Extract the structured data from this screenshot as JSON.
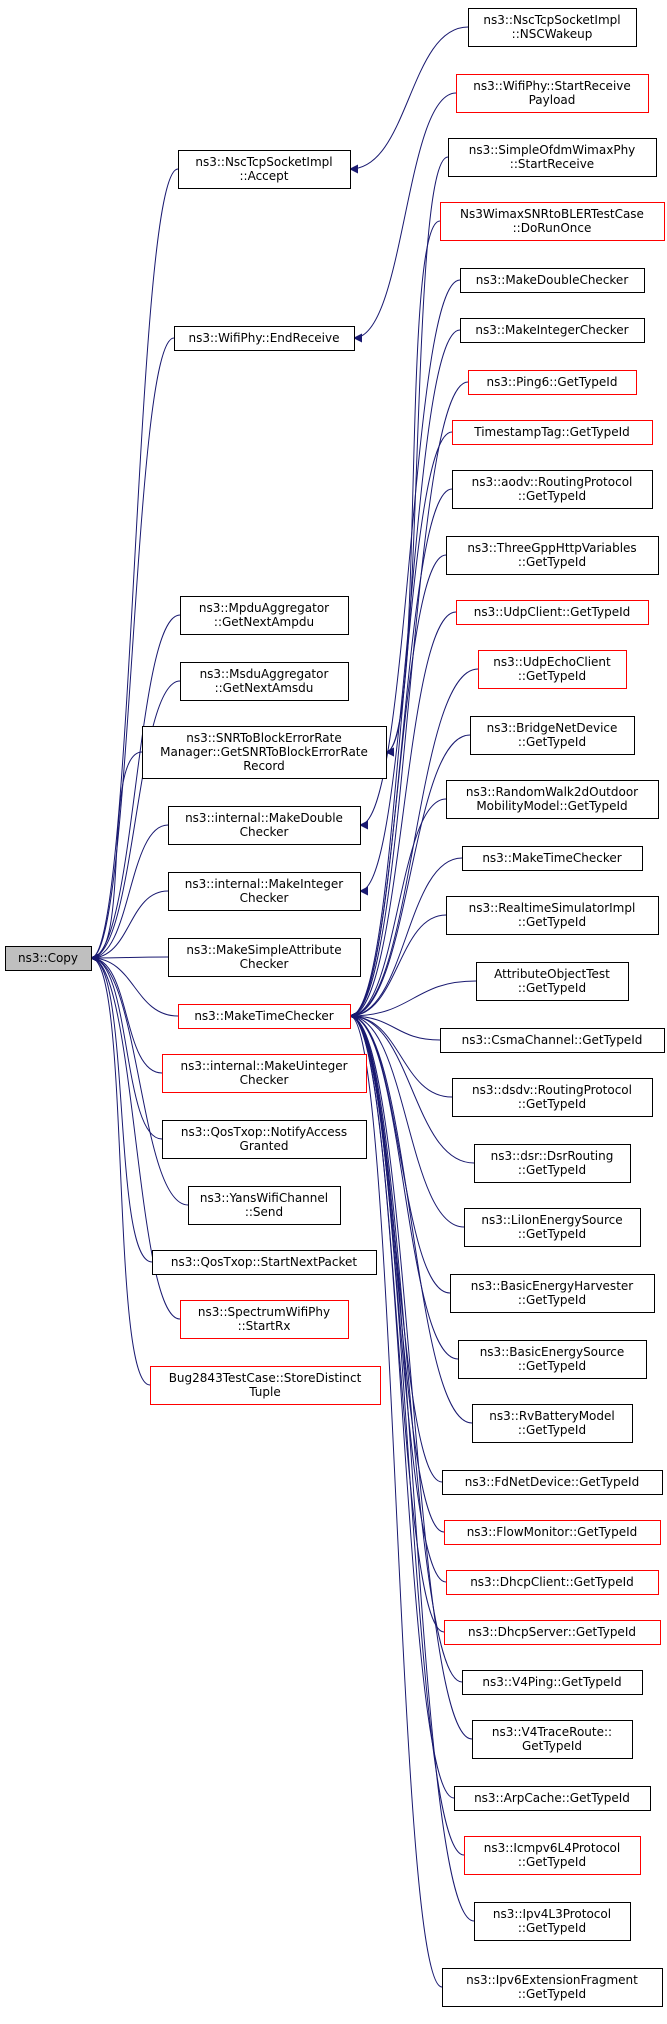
{
  "colors": {
    "edge": "#191970",
    "normal_border": "#000000",
    "truncated_border": "#ff0000",
    "root_fill": "#bfbfbf",
    "node_fill": "#ffffff"
  },
  "nodes": {
    "copy": {
      "lines": [
        "ns3::Copy"
      ],
      "style": "root"
    },
    "nsc_accept": {
      "lines": [
        "ns3::NscTcpSocketImpl",
        "::Accept"
      ],
      "style": "normal"
    },
    "wifiphy_endreceive": {
      "lines": [
        "ns3::WifiPhy::EndReceive"
      ],
      "style": "normal"
    },
    "mpdu": {
      "lines": [
        "ns3::MpduAggregator",
        "::GetNextAmpdu"
      ],
      "style": "normal"
    },
    "msdu": {
      "lines": [
        "ns3::MsduAggregator",
        "::GetNextAmsdu"
      ],
      "style": "normal"
    },
    "snr": {
      "lines": [
        "ns3::SNRToBlockErrorRate",
        "Manager::GetSNRToBlockErrorRate",
        "Record"
      ],
      "style": "normal"
    },
    "int_double": {
      "lines": [
        "ns3::internal::MakeDouble",
        "Checker"
      ],
      "style": "normal"
    },
    "int_integer": {
      "lines": [
        "ns3::internal::MakeInteger",
        "Checker"
      ],
      "style": "normal"
    },
    "simple_attr": {
      "lines": [
        "ns3::MakeSimpleAttribute",
        "Checker"
      ],
      "style": "normal"
    },
    "maketime": {
      "lines": [
        "ns3::MakeTimeChecker"
      ],
      "style": "truncated"
    },
    "int_uinteger": {
      "lines": [
        "ns3::internal::MakeUinteger",
        "Checker"
      ],
      "style": "truncated"
    },
    "qos_notify": {
      "lines": [
        "ns3::QosTxop::NotifyAccess",
        "Granted"
      ],
      "style": "normal"
    },
    "yans_send": {
      "lines": [
        "ns3::YansWifiChannel",
        "::Send"
      ],
      "style": "normal"
    },
    "qos_start": {
      "lines": [
        "ns3::QosTxop::StartNextPacket"
      ],
      "style": "normal"
    },
    "spectrum_startrx": {
      "lines": [
        "ns3::SpectrumWifiPhy",
        "::StartRx"
      ],
      "style": "truncated"
    },
    "bug2843": {
      "lines": [
        "Bug2843TestCase::StoreDistinct",
        "Tuple"
      ],
      "style": "truncated"
    },
    "nsc_wakeup": {
      "lines": [
        "ns3::NscTcpSocketImpl",
        "::NSCWakeup"
      ],
      "style": "normal"
    },
    "wifiphy_payload": {
      "lines": [
        "ns3::WifiPhy::StartReceive",
        "Payload"
      ],
      "style": "truncated"
    },
    "simpleofdm": {
      "lines": [
        "ns3::SimpleOfdmWimaxPhy",
        "::StartReceive"
      ],
      "style": "normal"
    },
    "wimaxsnr": {
      "lines": [
        "Ns3WimaxSNRtoBLERTestCase",
        "::DoRunOnce"
      ],
      "style": "truncated"
    },
    "makedouble": {
      "lines": [
        "ns3::MakeDoubleChecker"
      ],
      "style": "normal"
    },
    "makeinteger": {
      "lines": [
        "ns3::MakeIntegerChecker"
      ],
      "style": "normal"
    },
    "ping6": {
      "lines": [
        "ns3::Ping6::GetTypeId"
      ],
      "style": "truncated"
    },
    "timestamptag": {
      "lines": [
        "TimestampTag::GetTypeId"
      ],
      "style": "truncated"
    },
    "aodv": {
      "lines": [
        "ns3::aodv::RoutingProtocol",
        "::GetTypeId"
      ],
      "style": "normal"
    },
    "threegpp": {
      "lines": [
        "ns3::ThreeGppHttpVariables",
        "::GetTypeId"
      ],
      "style": "normal"
    },
    "udpclient": {
      "lines": [
        "ns3::UdpClient::GetTypeId"
      ],
      "style": "truncated"
    },
    "udpecho": {
      "lines": [
        "ns3::UdpEchoClient",
        "::GetTypeId"
      ],
      "style": "truncated"
    },
    "bridge": {
      "lines": [
        "ns3::BridgeNetDevice",
        "::GetTypeId"
      ],
      "style": "normal"
    },
    "randomwalk": {
      "lines": [
        "ns3::RandomWalk2dOutdoor",
        "MobilityModel::GetTypeId"
      ],
      "style": "normal"
    },
    "maketime2": {
      "lines": [
        "ns3::MakeTimeChecker"
      ],
      "style": "normal"
    },
    "realtime": {
      "lines": [
        "ns3::RealtimeSimulatorImpl",
        "::GetTypeId"
      ],
      "style": "normal"
    },
    "attrobj": {
      "lines": [
        "AttributeObjectTest",
        "::GetTypeId"
      ],
      "style": "normal"
    },
    "csma": {
      "lines": [
        "ns3::CsmaChannel::GetTypeId"
      ],
      "style": "normal"
    },
    "dsdv": {
      "lines": [
        "ns3::dsdv::RoutingProtocol",
        "::GetTypeId"
      ],
      "style": "normal"
    },
    "dsr": {
      "lines": [
        "ns3::dsr::DsrRouting",
        "::GetTypeId"
      ],
      "style": "normal"
    },
    "liion": {
      "lines": [
        "ns3::LiIonEnergySource",
        "::GetTypeId"
      ],
      "style": "normal"
    },
    "basicharv": {
      "lines": [
        "ns3::BasicEnergyHarvester",
        "::GetTypeId"
      ],
      "style": "normal"
    },
    "basicsrc": {
      "lines": [
        "ns3::BasicEnergySource",
        "::GetTypeId"
      ],
      "style": "normal"
    },
    "rvbattery": {
      "lines": [
        "ns3::RvBatteryModel",
        "::GetTypeId"
      ],
      "style": "normal"
    },
    "fdnet": {
      "lines": [
        "ns3::FdNetDevice::GetTypeId"
      ],
      "style": "normal"
    },
    "flowmon": {
      "lines": [
        "ns3::FlowMonitor::GetTypeId"
      ],
      "style": "truncated"
    },
    "dhcpclient": {
      "lines": [
        "ns3::DhcpClient::GetTypeId"
      ],
      "style": "truncated"
    },
    "dhcpserver": {
      "lines": [
        "ns3::DhcpServer::GetTypeId"
      ],
      "style": "truncated"
    },
    "v4ping": {
      "lines": [
        "ns3::V4Ping::GetTypeId"
      ],
      "style": "normal"
    },
    "v4trace": {
      "lines": [
        "ns3::V4TraceRoute::",
        "GetTypeId"
      ],
      "style": "normal"
    },
    "arpcache": {
      "lines": [
        "ns3::ArpCache::GetTypeId"
      ],
      "style": "normal"
    },
    "icmpv6": {
      "lines": [
        "ns3::Icmpv6L4Protocol",
        "::GetTypeId"
      ],
      "style": "truncated"
    },
    "ipv4l3": {
      "lines": [
        "ns3::Ipv4L3Protocol",
        "::GetTypeId"
      ],
      "style": "normal"
    },
    "ipv6ext": {
      "lines": [
        "ns3::Ipv6ExtensionFragment",
        "::GetTypeId"
      ],
      "style": "normal"
    }
  },
  "edges": [
    [
      "nsc_accept",
      "copy"
    ],
    [
      "wifiphy_endreceive",
      "copy"
    ],
    [
      "mpdu",
      "copy"
    ],
    [
      "msdu",
      "copy"
    ],
    [
      "snr",
      "copy"
    ],
    [
      "int_double",
      "copy"
    ],
    [
      "int_integer",
      "copy"
    ],
    [
      "simple_attr",
      "copy"
    ],
    [
      "maketime",
      "copy"
    ],
    [
      "int_uinteger",
      "copy"
    ],
    [
      "qos_notify",
      "copy"
    ],
    [
      "yans_send",
      "copy"
    ],
    [
      "qos_start",
      "copy"
    ],
    [
      "spectrum_startrx",
      "copy"
    ],
    [
      "bug2843",
      "copy"
    ],
    [
      "nsc_wakeup",
      "nsc_accept"
    ],
    [
      "wifiphy_payload",
      "wifiphy_endreceive"
    ],
    [
      "simpleofdm",
      "snr"
    ],
    [
      "wimaxsnr",
      "snr"
    ],
    [
      "makedouble",
      "int_double"
    ],
    [
      "makeinteger",
      "int_integer"
    ],
    [
      "ping6",
      "maketime"
    ],
    [
      "timestamptag",
      "maketime"
    ],
    [
      "aodv",
      "maketime"
    ],
    [
      "threegpp",
      "maketime"
    ],
    [
      "udpclient",
      "maketime"
    ],
    [
      "udpecho",
      "maketime"
    ],
    [
      "bridge",
      "maketime"
    ],
    [
      "randomwalk",
      "maketime"
    ],
    [
      "maketime2",
      "maketime"
    ],
    [
      "realtime",
      "maketime"
    ],
    [
      "attrobj",
      "maketime"
    ],
    [
      "csma",
      "maketime"
    ],
    [
      "dsdv",
      "maketime"
    ],
    [
      "dsr",
      "maketime"
    ],
    [
      "liion",
      "maketime"
    ],
    [
      "basicharv",
      "maketime"
    ],
    [
      "basicsrc",
      "maketime"
    ],
    [
      "rvbattery",
      "maketime"
    ],
    [
      "fdnet",
      "maketime"
    ],
    [
      "flowmon",
      "maketime"
    ],
    [
      "dhcpclient",
      "maketime"
    ],
    [
      "dhcpserver",
      "maketime"
    ],
    [
      "v4ping",
      "maketime"
    ],
    [
      "v4trace",
      "maketime"
    ],
    [
      "arpcache",
      "maketime"
    ],
    [
      "icmpv6",
      "maketime"
    ],
    [
      "ipv4l3",
      "maketime"
    ],
    [
      "ipv6ext",
      "maketime"
    ]
  ]
}
